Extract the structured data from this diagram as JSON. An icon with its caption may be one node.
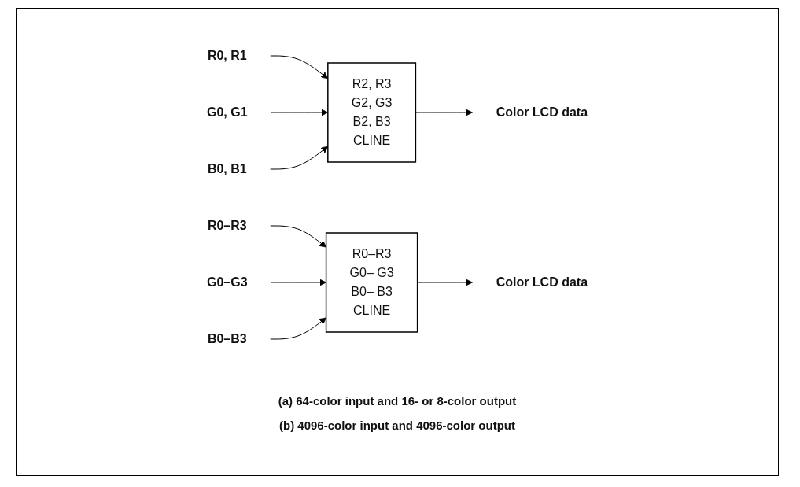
{
  "diagram": {
    "nodes": [
      {
        "text": [
          "R0, R1"
        ]
      },
      {
        "text": [
          "G0, G1"
        ]
      },
      {
        "text": [
          "B0, B1"
        ]
      },
      {
        "text": [
          "R2, R3",
          "G2, G3",
          "B2, B3",
          "CLINE"
        ]
      },
      {
        "text": [
          "Color LCD data"
        ]
      },
      {
        "text": [
          "R0–R3"
        ]
      },
      {
        "text": [
          "G0–G3"
        ]
      },
      {
        "text": [
          "B0–B3"
        ]
      },
      {
        "text": [
          "R0–R3",
          "G0– G3",
          "B0– B3",
          "CLINE"
        ]
      },
      {
        "text": [
          "Color LCD data"
        ]
      }
    ],
    "edges": [
      {
        "from": 0,
        "to": 3,
        "arrow": "to"
      },
      {
        "from": 1,
        "to": 3,
        "arrow": "to"
      },
      {
        "from": 2,
        "to": 3,
        "arrow": "to"
      },
      {
        "from": 3,
        "to": 4,
        "arrow": "to"
      },
      {
        "from": 5,
        "to": 8,
        "arrow": "to"
      },
      {
        "from": 6,
        "to": 8,
        "arrow": "to"
      },
      {
        "from": 7,
        "to": 8,
        "arrow": "to"
      },
      {
        "from": 8,
        "to": 9,
        "arrow": "to"
      }
    ],
    "labels": [
      "(a)  64-color input and 16- or 8-color output",
      "(b)  4096-color input and 4096-color output"
    ]
  }
}
